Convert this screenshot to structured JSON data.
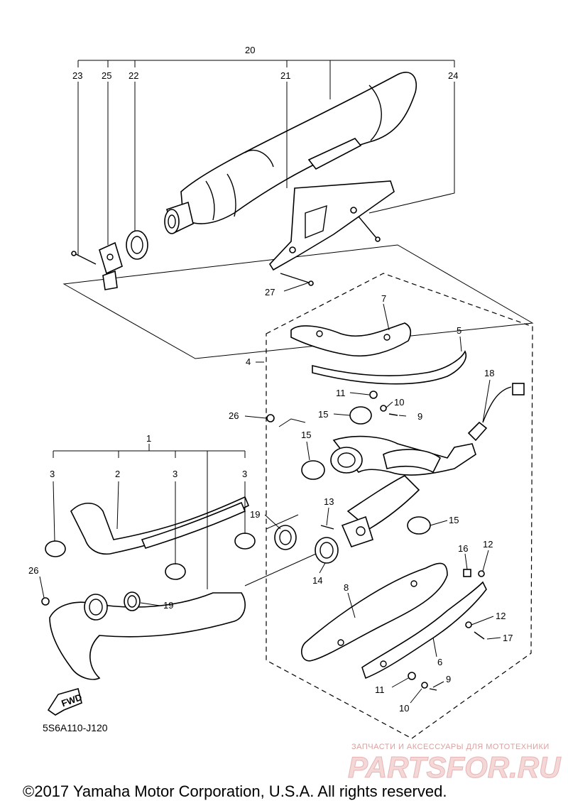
{
  "callouts": {
    "c20": "20",
    "c23": "23",
    "c25": "25",
    "c22": "22",
    "c21": "21",
    "c24": "24",
    "c27": "27",
    "c7": "7",
    "c5": "5",
    "c4": "4",
    "c18": "18",
    "c11a": "11",
    "c10a": "10",
    "c9a": "9",
    "c26a": "26",
    "c15a": "15",
    "c15b": "15",
    "c1": "1",
    "c3a": "3",
    "c2": "2",
    "c3b": "3",
    "c3c": "3",
    "c19a": "19",
    "c13": "13",
    "c15c": "15",
    "c16": "16",
    "c12a": "12",
    "c26b": "26",
    "c19b": "19",
    "c14": "14",
    "c8": "8",
    "c12b": "12",
    "c17": "17",
    "c6": "6",
    "c9b": "9",
    "c11b": "11",
    "c10b": "10"
  },
  "fwd_label": "FWD",
  "diagram_code": "5S6A110-J120",
  "copyright": "©2017 Yamaha Motor Corporation, U.S.A. All rights reserved.",
  "watermark": {
    "tagline": "ЗАПЧАСТИ И АКСЕССУАРЫ ДЛЯ МОТОТЕХНИКИ",
    "brand": "PARTSFOR.RU"
  }
}
